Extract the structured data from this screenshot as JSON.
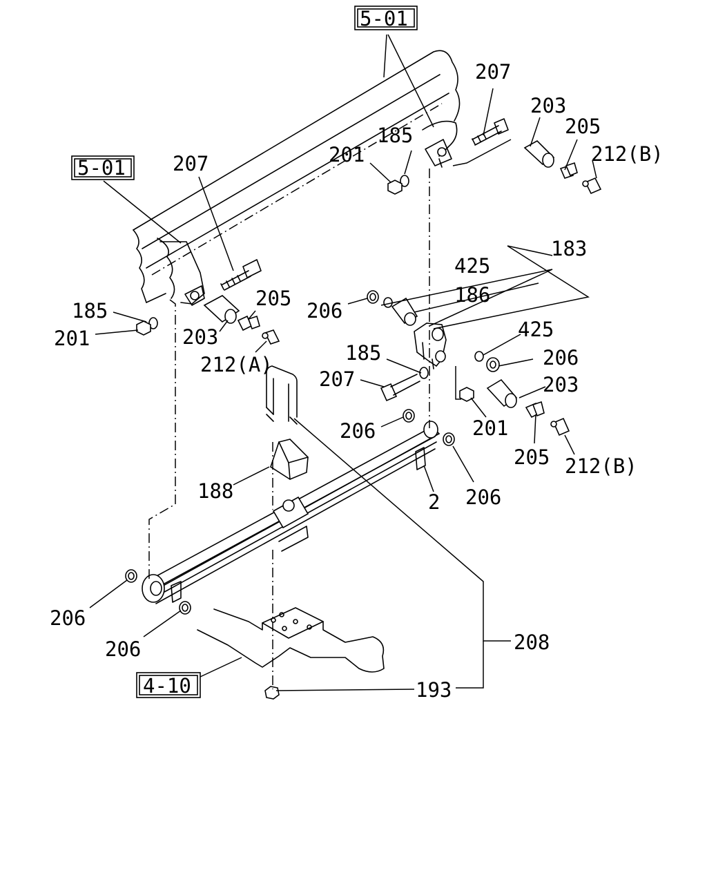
{
  "refs": {
    "r1": "5-01",
    "r2": "5-01",
    "r3": "4-10"
  },
  "callouts": {
    "c207_top": "207",
    "c203_top": "203",
    "c205_top": "205",
    "c212b_top": "212(B)",
    "c185_top": "185",
    "c201_top": "201",
    "c207_left": "207",
    "c183": "183",
    "c425_a": "425",
    "c186": "186",
    "c206_a": "206",
    "c185_left": "185",
    "c201_left": "201",
    "c203_left": "203",
    "c205_left": "205",
    "c212a": "212(A)",
    "c425_b": "425",
    "c206_b": "206",
    "c185_mid": "185",
    "c207_mid": "207",
    "c203_mid": "203",
    "c206_c": "206",
    "c201_mid": "201",
    "c205_mid": "205",
    "c212b_mid": "212(B)",
    "c188": "188",
    "c2": "2",
    "c206_d": "206",
    "c206_e": "206",
    "c206_f": "206",
    "c208": "208",
    "c193": "193"
  }
}
